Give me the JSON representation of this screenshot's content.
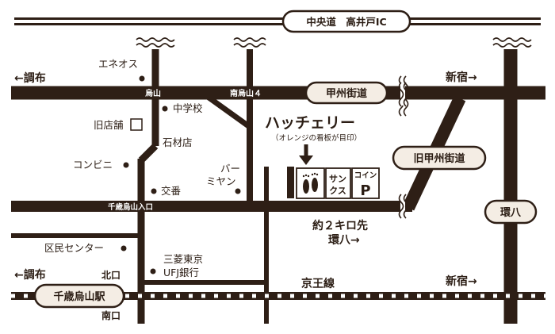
{
  "colors": {
    "road": "#2e1f16",
    "ink": "#2b1d14",
    "label_bg": "#f4ede4",
    "paper": "#ffffff"
  },
  "expressway": {
    "label": "中央道　高井戸IC"
  },
  "roads": {
    "koshu_kaido": "甲州街道",
    "kyu_koshu_kaido": "旧甲州街道",
    "kanpachi": "環八",
    "keio_line": "京王線"
  },
  "directions": {
    "chofu_top": "←調布",
    "shinjuku_top": "新宿→",
    "chofu_bottom": "←調布",
    "shinjuku_bottom": "新宿→"
  },
  "intersections": {
    "karasuyama": "烏山",
    "minami_karasuyama4": "南烏山４",
    "sengawa_karasuyama_iriguchi": "千歳烏山入口"
  },
  "landmarks": {
    "eneos": "エネオス",
    "junior_high": "中学校",
    "old_shop": "旧店舗",
    "stone_shop": "石材店",
    "convenience": "コンビニ",
    "police_box": "交番",
    "bar_line1": "バー",
    "bar_line2": "ミヤン",
    "community_center": "区民センター",
    "bank_line1": "三菱東京",
    "bank_line2": "UFJ銀行"
  },
  "shop": {
    "name": "ハッチェリー",
    "note": "（オレンジの看板が目印）",
    "sign_sunks_line1": "サン",
    "sign_sunks_line2": "クス",
    "sign_coin": "コイン",
    "sign_p": "P"
  },
  "distance": {
    "line1": "約２キロ先",
    "line2": "環八→"
  },
  "station": {
    "name": "千歳烏山駅",
    "north_exit": "北口",
    "south_exit": "南口"
  }
}
